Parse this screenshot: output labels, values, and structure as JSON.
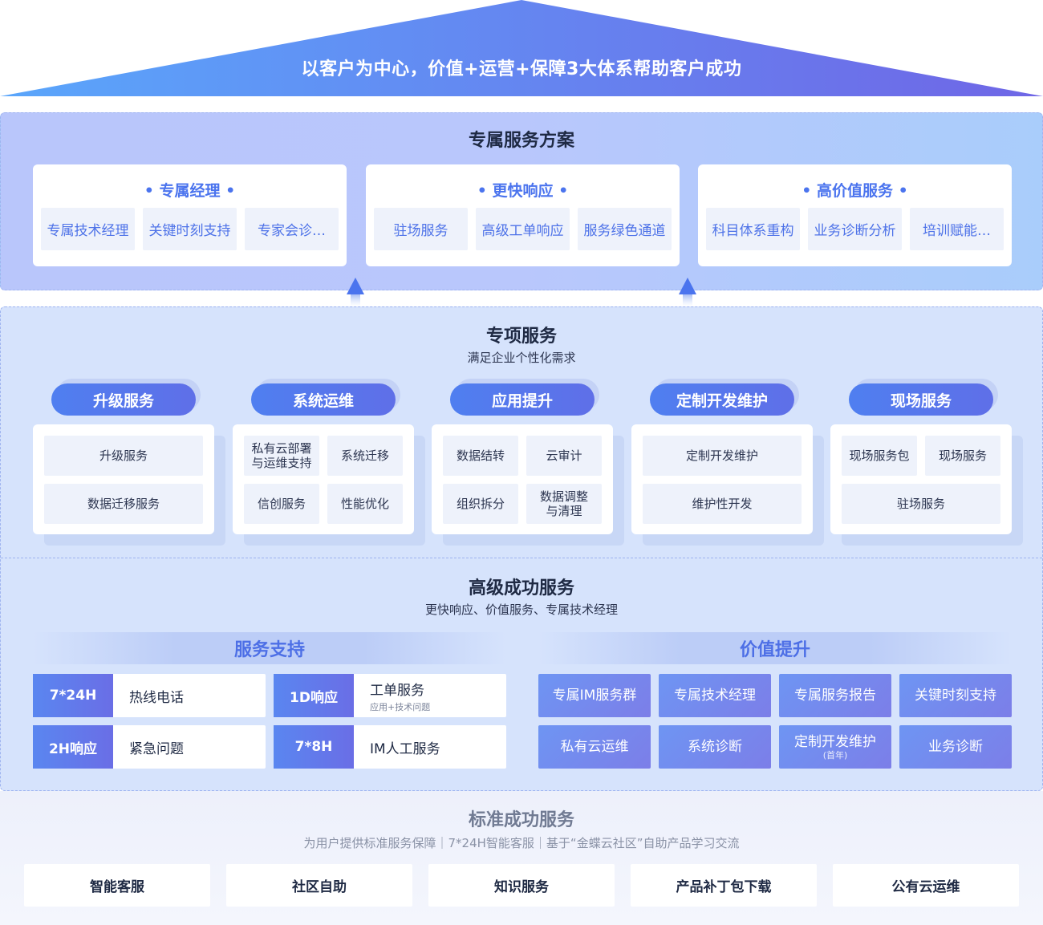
{
  "roof": {
    "title": "以客户为中心，价值+运营+保障3大体系帮助客户成功"
  },
  "exclusive": {
    "title": "专属服务方案",
    "cards": [
      {
        "heading": "• 专属经理 •",
        "items": [
          "专属技术经理",
          "关键时刻支持",
          "专家会诊…"
        ]
      },
      {
        "heading": "• 更快响应 •",
        "items": [
          "驻场服务",
          "高级工单响应",
          "服务绿色通道"
        ]
      },
      {
        "heading": "• 高价值服务 •",
        "items": [
          "科目体系重构",
          "业务诊断分析",
          "培训赋能…"
        ]
      }
    ]
  },
  "special": {
    "title": "专项服务",
    "subtitle": "满足企业个性化需求",
    "groups": [
      {
        "name": "升级服务",
        "items": [
          "升级服务",
          "数据迁移服务"
        ]
      },
      {
        "name": "系统运维",
        "items": [
          "私有云部署\n与运维支持",
          "系统迁移",
          "信创服务",
          "性能优化"
        ]
      },
      {
        "name": "应用提升",
        "items": [
          "数据结转",
          "云审计",
          "组织拆分",
          "数据调整\n与清理"
        ]
      },
      {
        "name": "定制开发维护",
        "items": [
          "定制开发维护",
          "维护性开发"
        ]
      },
      {
        "name": "现场服务",
        "items": [
          "现场服务包",
          "现场服务",
          "驻场服务"
        ]
      }
    ]
  },
  "advanced": {
    "title": "高级成功服务",
    "subtitle": "更快响应、价值服务、专属技术经理",
    "support": {
      "title": "服务支持",
      "rows": [
        {
          "tag": "7*24H",
          "label": "热线电话",
          "note": ""
        },
        {
          "tag": "1D响应",
          "label": "工单服务",
          "note": "应用+技术问题"
        },
        {
          "tag": "2H响应",
          "label": "紧急问题",
          "note": ""
        },
        {
          "tag": "7*8H",
          "label": "IM人工服务",
          "note": ""
        }
      ]
    },
    "value": {
      "title": "价值提升",
      "items": [
        {
          "label": "专属IM服务群",
          "note": ""
        },
        {
          "label": "专属技术经理",
          "note": ""
        },
        {
          "label": "专属服务报告",
          "note": ""
        },
        {
          "label": "关键时刻支持",
          "note": ""
        },
        {
          "label": "私有云运维",
          "note": ""
        },
        {
          "label": "系统诊断",
          "note": ""
        },
        {
          "label": "定制开发维护",
          "note": "(首年)"
        },
        {
          "label": "业务诊断",
          "note": ""
        }
      ]
    }
  },
  "standard": {
    "title": "标准成功服务",
    "subtitle": "为用户提供标准服务保障｜7*24H智能客服｜基于“金蝶云社区”自助产品学习交流",
    "items": [
      "智能客服",
      "社区自助",
      "知识服务",
      "产品补丁包下载",
      "公有云运维"
    ]
  },
  "colors": {
    "accent": "#4b74ee",
    "gradient_start": "#5a9cf8",
    "gradient_end": "#6f6ae6"
  }
}
